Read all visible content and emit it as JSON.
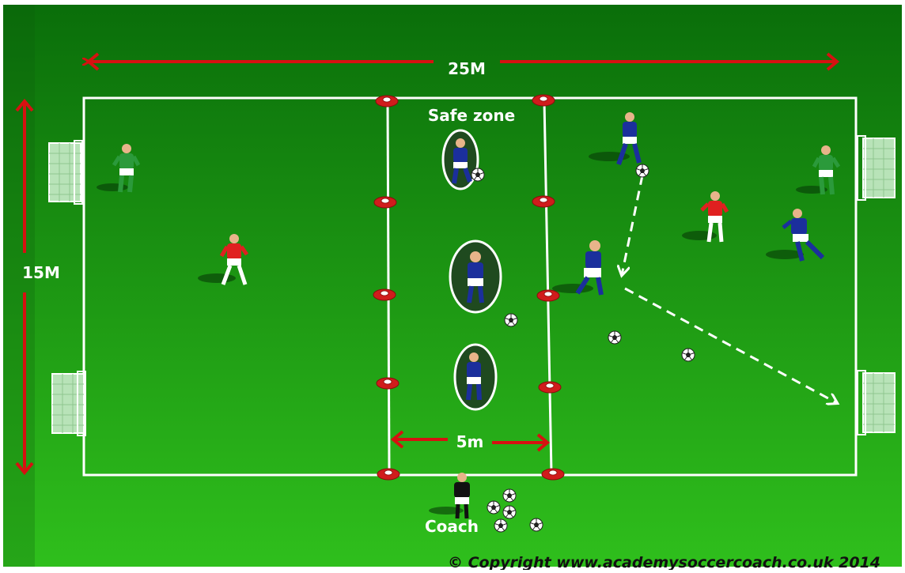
{
  "labels": {
    "width_label": "25M",
    "height_label": "15M",
    "zone_width_label": "5m",
    "safe_zone": "Safe zone",
    "coach": "Coach",
    "copyright": "© Copyright www.academysoccercoach.co.uk 2014"
  },
  "colors": {
    "pitch_light": "#2fbf1c",
    "pitch_dark": "#0a6e0a",
    "lines": "#ffffff",
    "arrows": "#d61111",
    "cones": "#d01c1c",
    "team_blue": "#1b2f9c",
    "team_red": "#e02020",
    "team_green": "#2b9a3b",
    "coach": "#111111"
  }
}
